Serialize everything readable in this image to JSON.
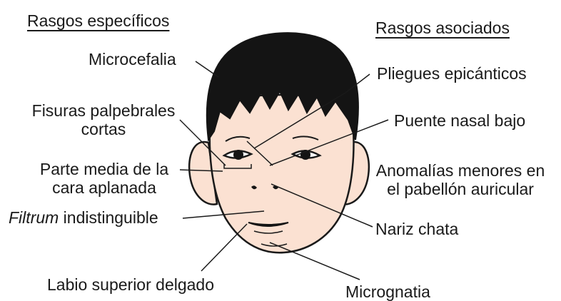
{
  "headers": {
    "left": "Rasgos específicos",
    "right": "Rasgos asociados"
  },
  "labels": {
    "microcefalia": "Microcefalia",
    "fisuras_1": "Fisuras palpebrales",
    "fisuras_2": "cortas",
    "parte_media_1": "Parte media de la",
    "parte_media_2": "cara aplanada",
    "filtrum_italic": "Filtrum",
    "filtrum_rest": " indistinguible",
    "labio": "Labio superior delgado",
    "pliegues": "Pliegues epicánticos",
    "puente": "Puente nasal bajo",
    "anomalias_1": "Anomalías menores en",
    "anomalias_2": "el pabellón auricular",
    "nariz": "Nariz chata",
    "micrognatia": "Micrognatia"
  },
  "colors": {
    "skin": "#fbe1d2",
    "hair": "#141414",
    "line": "#1a1a1a"
  }
}
